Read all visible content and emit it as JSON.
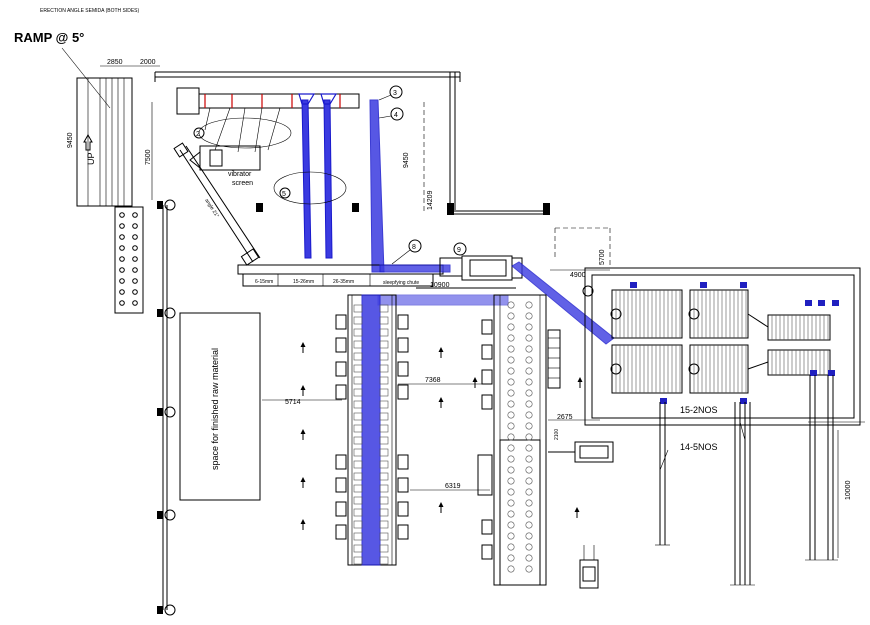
{
  "labels": {
    "header_note": "ERECTION ANGLE SEMIDA (BOTH SIDES)",
    "ramp": "RAMP @ 5°",
    "up": "UP",
    "vibrator_screen": [
      "vibrator",
      "screen"
    ],
    "incline": "angle 21°",
    "storage_area": "space for finished raw material",
    "dryer_label_a": "15-2NOS",
    "dryer_label_b": "14-5NOS",
    "conveyor_segments": [
      "6-15mm",
      "15-26mm",
      "26-35mm"
    ],
    "feed_point": "sleepfying chute"
  },
  "dimensions": {
    "d2850": "2850",
    "d2000": "2000",
    "d9450_left": "9450",
    "d7500": "7500",
    "d9450_right": "9450",
    "d14209": "14209",
    "d4900": "4900",
    "d5700": "5700",
    "d10900": "10900",
    "d5714": "5714",
    "d7368": "7368",
    "d2675": "2675",
    "d2100": "2100",
    "d6319": "6319",
    "d10000": "10000"
  },
  "callouts": [
    "2",
    "3",
    "4",
    "5",
    "8",
    "9"
  ],
  "colors": {
    "line": "#000000",
    "conveyor_blue": "#3a3ae0",
    "column_blue": "#1a1acc",
    "accent_red": "#cc0000"
  }
}
